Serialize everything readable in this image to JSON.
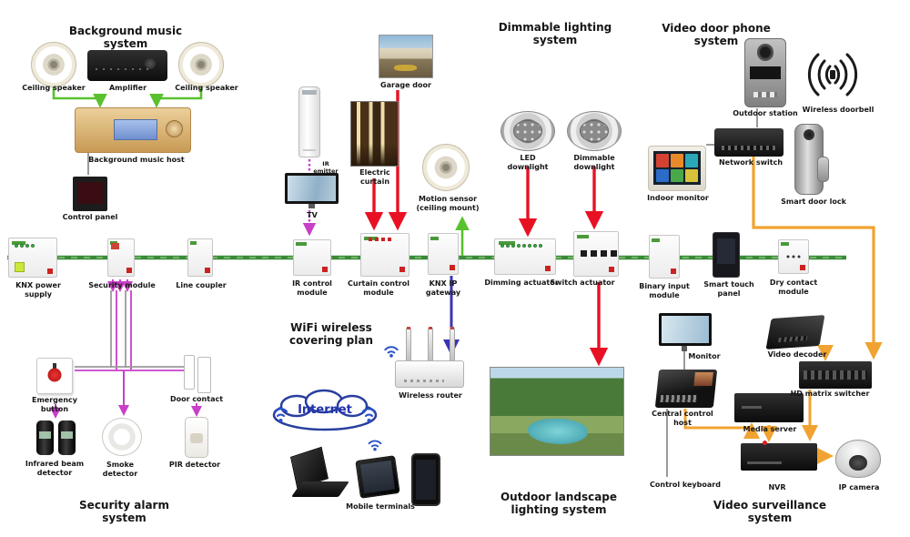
{
  "colors": {
    "bus_green": "#3a8a3a",
    "red": "#e81123",
    "magenta": "#c83fc8",
    "orange": "#f0a330",
    "blue": "#3a35b5",
    "link_green": "#59c12e",
    "gray": "#9a9a9a",
    "internet_blue": "#2a3f9f"
  },
  "music": {
    "title": "Background music system",
    "speaker_left": "Ceiling speaker",
    "amplifier": "Amplifier",
    "speaker_right": "Ceiling speaker",
    "host": "Background music host",
    "panel": "Control panel"
  },
  "bus": {
    "modules": [
      {
        "label": "KNX power supply"
      },
      {
        "label": "Security module"
      },
      {
        "label": "Line coupler"
      },
      {
        "label": "IR control module"
      },
      {
        "label": "Curtain control module"
      },
      {
        "label": "KNX IP gateway"
      },
      {
        "label": "Dimming actuator"
      },
      {
        "label": "Switch actuator"
      },
      {
        "label": "Binary input module"
      },
      {
        "label": "Smart touch panel"
      },
      {
        "label": "Dry contact module"
      }
    ]
  },
  "climate": {
    "garage": "Garage door",
    "curtain": "Electric curtain",
    "tv": "TV",
    "ir": "IR emitter",
    "motion": "Motion sensor (ceiling mount)"
  },
  "lighting": {
    "title": "Dimmable lighting system",
    "downlight1": "LED downlight",
    "downlight2": "Dimmable downlight",
    "garden": "Outdoor landscape lighting system"
  },
  "intercom": {
    "title": "Video door phone system",
    "outdoor": "Outdoor station",
    "wireless": "Wireless doorbell",
    "switch": "Network switch",
    "indoor": "Indoor monitor",
    "lock": "Smart door lock"
  },
  "wifi": {
    "title": "WiFi wireless covering plan",
    "router": "Wireless router",
    "internet": "Internet",
    "terminals": "Mobile terminals"
  },
  "security": {
    "title": "Security alarm system",
    "button": "Emergency button",
    "beam": "Infrared beam detector",
    "smoke": "Smoke detector",
    "door": "Door contact",
    "pir": "PIR detector"
  },
  "surveillance": {
    "title": "Video surveillance system",
    "monitor": "Monitor",
    "console": "Central control host",
    "keyboard": "Control keyboard",
    "decoder": "Video decoder",
    "matrix": "HD matrix switcher",
    "media": "Media server",
    "nvr": "NVR",
    "camera": "IP camera"
  }
}
